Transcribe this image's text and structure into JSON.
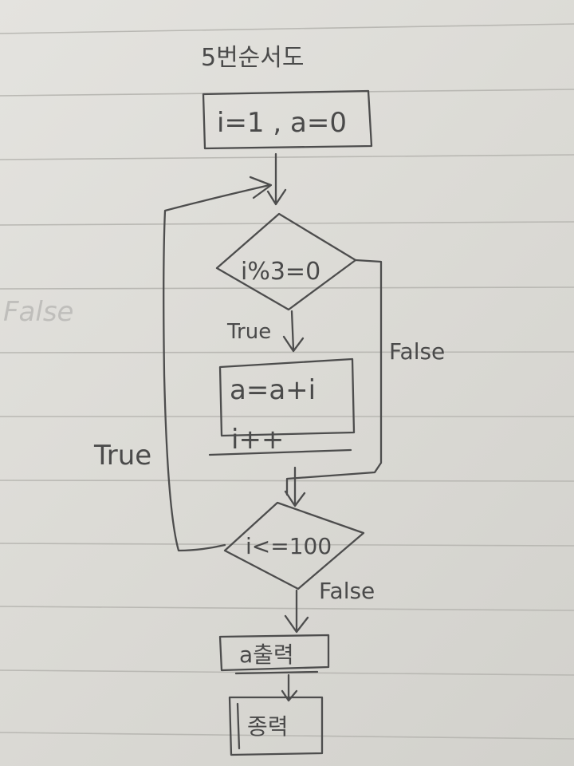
{
  "diagram": {
    "title": "5번순서도",
    "start_box": "i=1 , a=0",
    "condition_1": "i%3=0",
    "branch_true_1": "True",
    "branch_false_1": "False",
    "process_box": [
      "a=a+i",
      "i++"
    ],
    "loop_true": "True",
    "condition_2": "i<=100",
    "branch_false_2": "False",
    "output_box": "a출력",
    "end_box": "종력",
    "bleed_through_text": "False"
  },
  "colors": {
    "paper": "#dedcd8",
    "rule_line": "#b9b8b3",
    "pencil": "#4d4d4d",
    "bleed": "#bfbebb"
  }
}
